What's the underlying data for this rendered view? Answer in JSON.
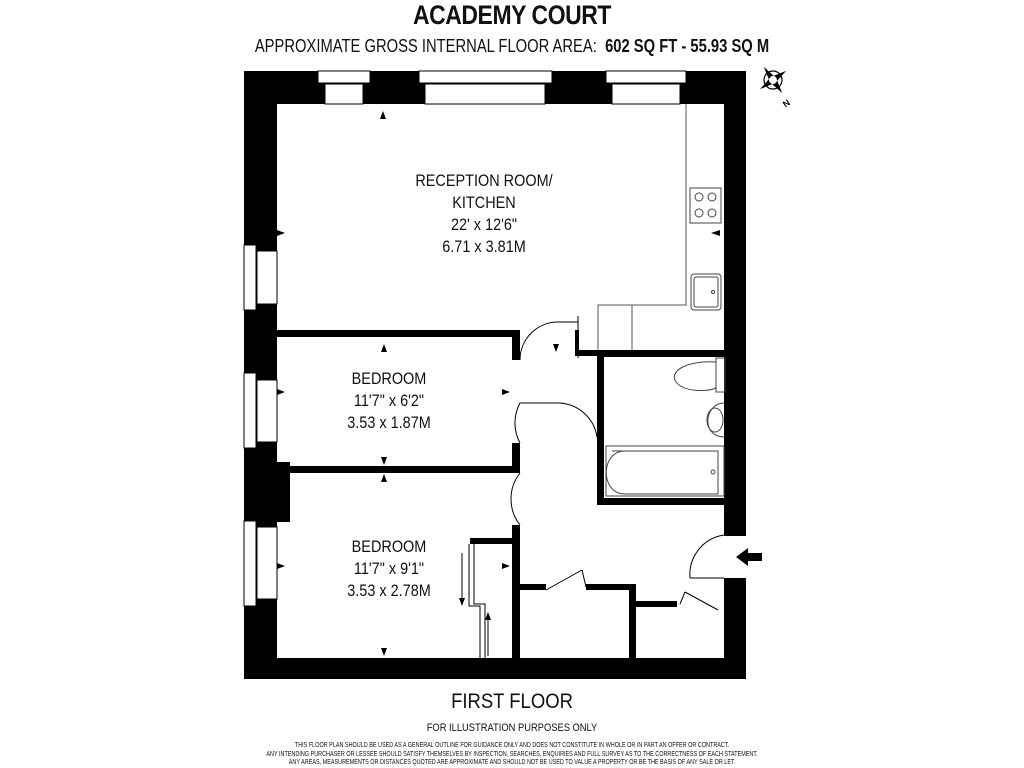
{
  "header": {
    "title": "ACADEMY COURT",
    "area_prefix": "APPROXIMATE GROSS INTERNAL FLOOR AREA:",
    "area_sqft": "602 SQ FT",
    "area_sep": "-",
    "area_sqm": "55.93 SQ M"
  },
  "compass": {
    "icon": "compass-rose-icon",
    "label": "N"
  },
  "rooms": [
    {
      "name_line1": "RECEPTION ROOM/",
      "name_line2": "KITCHEN",
      "imperial": "22' x 12'6\"",
      "metric": "6.71 x 3.81M"
    },
    {
      "name_line1": "BEDROOM",
      "imperial": "11'7\" x 6'2\"",
      "metric": "3.53 x 1.87M"
    },
    {
      "name_line1": "BEDROOM",
      "imperial": "11'7\" x 9'1\"",
      "metric": "3.53 x 2.78M"
    }
  ],
  "footer": {
    "floor": "FIRST FLOOR",
    "illustration": "FOR ILLUSTRATION PURPOSES ONLY",
    "disclaimer": [
      "THIS FLOOR PLAN SHOULD BE USED AS A GENERAL OUTLINE FOR GUIDANCE ONLY AND DOES NOT CONSTITUTE IN WHOLE OR IN PART AN OFFER OR CONTRACT.",
      "ANY INTENDING PURCHASER OR LESSEE SHOULD SATISFY THEMSELVES BY INSPECTION, SEARCHES, ENQUIRIES AND FULL SURVEY AS TO THE CORRECTNESS OF EACH STATEMENT.",
      "ANY AREAS, MEASUREMENTS OR DISTANCES QUOTED ARE APPROXIMATE AND SHOULD NOT BE USED TO VALUE A PROPERTY OR BE THE BASIS OF ANY SALE OR LET."
    ]
  },
  "icons": [
    "compass-rose-icon",
    "entrance-arrow-icon",
    "hob-icon",
    "sink-icon",
    "toilet-icon",
    "basin-icon",
    "bath-icon"
  ]
}
